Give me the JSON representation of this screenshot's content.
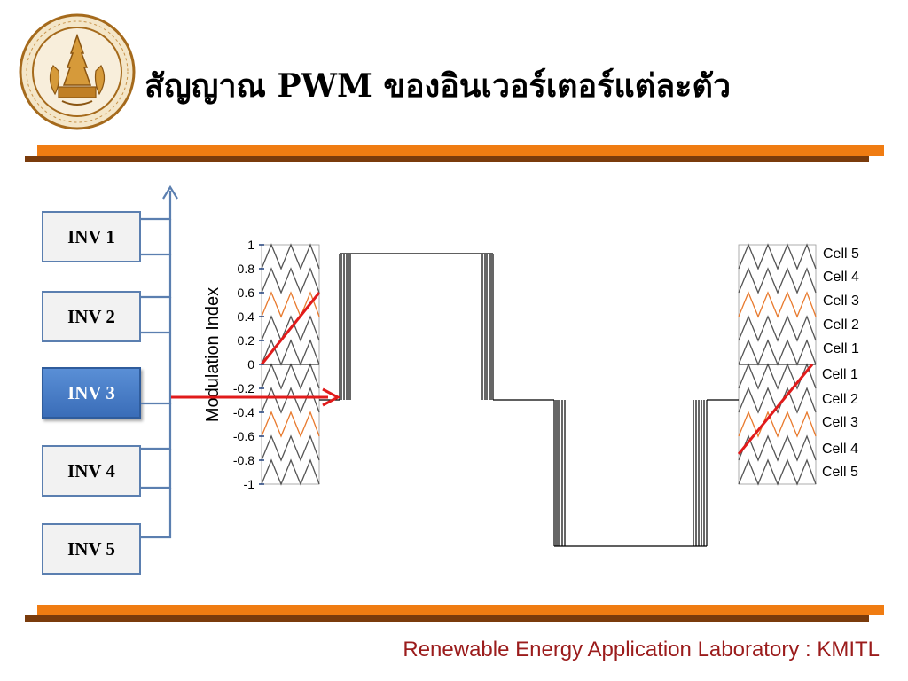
{
  "title": "สัญญาณ PWM ของอินเวอร์เตอร์แต่ละตัว",
  "footer": "Renewable Energy Application Laboratory : KMITL",
  "colors": {
    "accent_orange": "#f07c12",
    "accent_brown": "#7a3b0c",
    "inv_border": "#5b7fb0",
    "arrow_red": "#e11b1b",
    "carrier_orange": "#e87a2e",
    "footer_red": "#9b1c1c"
  },
  "inverters": [
    {
      "label": "INV 1",
      "active": false
    },
    {
      "label": "INV 2",
      "active": false
    },
    {
      "label": "INV 3",
      "active": true
    },
    {
      "label": "INV 4",
      "active": false
    },
    {
      "label": "INV 5",
      "active": false
    }
  ],
  "axis": {
    "ylabel": "Modulation Index",
    "ticks": [
      "1",
      "0.8",
      "0.6",
      "0.4",
      "0.2",
      "0",
      "-0.2",
      "-0.4",
      "-0.6",
      "-0.8",
      "-1"
    ]
  },
  "cells_top": [
    "Cell 5",
    "Cell 4",
    "Cell 3",
    "Cell 2",
    "Cell 1"
  ],
  "cells_bottom": [
    "Cell 1",
    "Cell 2",
    "Cell 3",
    "Cell 4",
    "Cell 5"
  ],
  "seal_icon": "kmitl-seal-icon"
}
